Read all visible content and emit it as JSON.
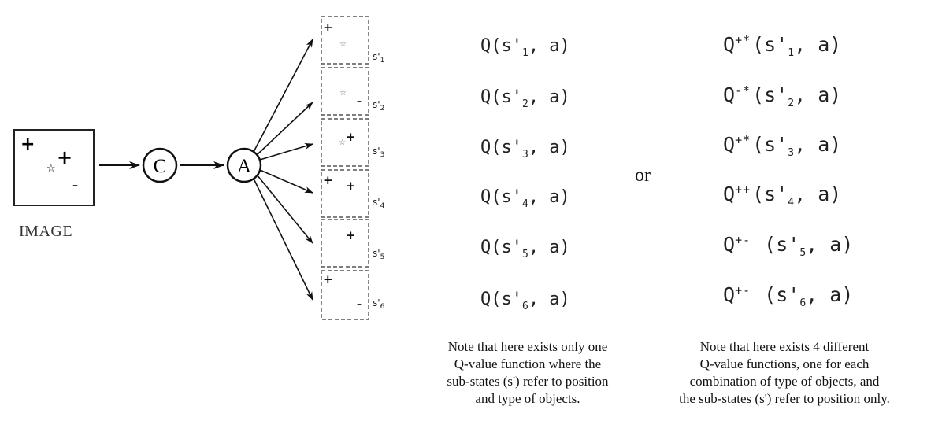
{
  "image_label": "IMAGE",
  "node_c": "C",
  "node_a": "A",
  "or_label": "or",
  "glyphs": {
    "plus": "+",
    "minus": "–",
    "star": "☆"
  },
  "substates": [
    {
      "base": "s'",
      "sub": "1"
    },
    {
      "base": "s'",
      "sub": "2"
    },
    {
      "base": "s'",
      "sub": "3"
    },
    {
      "base": "s'",
      "sub": "4"
    },
    {
      "base": "s'",
      "sub": "5"
    },
    {
      "base": "s'",
      "sub": "6"
    }
  ],
  "q_single": [
    {
      "pre": "Q(s'",
      "sub": "1",
      "post": ", a)"
    },
    {
      "pre": "Q(s'",
      "sub": "2",
      "post": ", a)"
    },
    {
      "pre": "Q(s'",
      "sub": "3",
      "post": ", a)"
    },
    {
      "pre": "Q(s'",
      "sub": "4",
      "post": ", a)"
    },
    {
      "pre": "Q(s'",
      "sub": "5",
      "post": ", a)"
    },
    {
      "pre": "Q(s'",
      "sub": "6",
      "post": ", a)"
    }
  ],
  "q_multi": [
    {
      "q": "Q",
      "sup": "+*",
      "pre": "(s'",
      "sub": "1",
      "post": ", a)"
    },
    {
      "q": "Q",
      "sup": "-*",
      "pre": "(s'",
      "sub": "2",
      "post": ", a)"
    },
    {
      "q": "Q",
      "sup": "+*",
      "pre": "(s'",
      "sub": "3",
      "post": ", a)"
    },
    {
      "q": "Q",
      "sup": "++",
      "pre": "(s'",
      "sub": "4",
      "post": ", a)"
    },
    {
      "q": "Q",
      "sup": "+-",
      "pre": " (s'",
      "sub": "5",
      "post": ", a)"
    },
    {
      "q": "Q",
      "sup": "+-",
      "pre": " (s'",
      "sub": "6",
      "post": ", a)"
    }
  ],
  "note_left": [
    "Note that here exists only one",
    "Q-value function where the",
    "sub-states (s') refer to position",
    "and type of objects."
  ],
  "note_right": [
    "Note that here exists 4 different",
    "Q-value functions, one for each",
    "combination of type of objects, and",
    "the sub-states (s') refer to position only."
  ]
}
